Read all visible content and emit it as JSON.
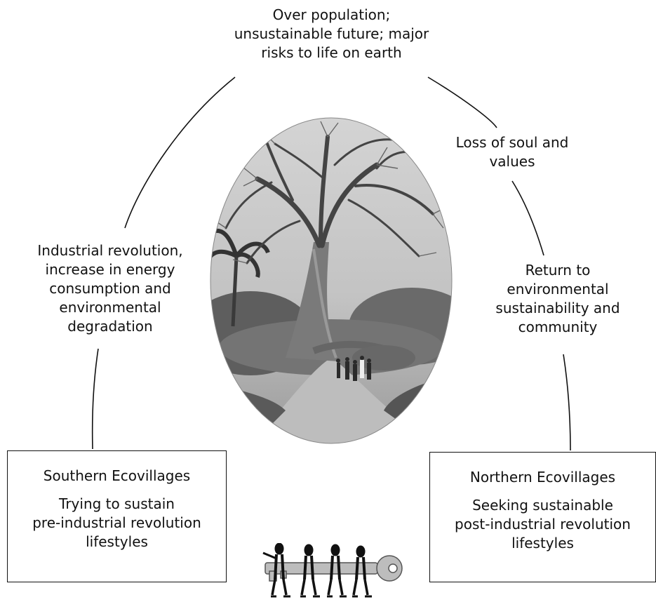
{
  "top_label": [
    "Over population;",
    "unsustainable future; major",
    "risks to life on earth"
  ],
  "left_label": [
    "Industrial revolution,",
    "increase in energy",
    "consumption and",
    "environmental",
    "degradation"
  ],
  "right_upper_label": [
    "Loss of soul and",
    "values"
  ],
  "right_lower_label": [
    "Return to",
    "environmental",
    "sustainability and",
    "community"
  ],
  "south_box": {
    "title": "Southern Ecovillages",
    "body": [
      "Trying to sustain",
      "pre-industrial revolution",
      "lifestyles"
    ]
  },
  "north_box": {
    "title": "Northern Ecovillages",
    "body": [
      "Seeking sustainable",
      "post-industrial revolution",
      "lifestyles"
    ]
  },
  "central_photo_icon": "baobab-tree-photo",
  "bottom_icon": "people-carrying-key-icon"
}
